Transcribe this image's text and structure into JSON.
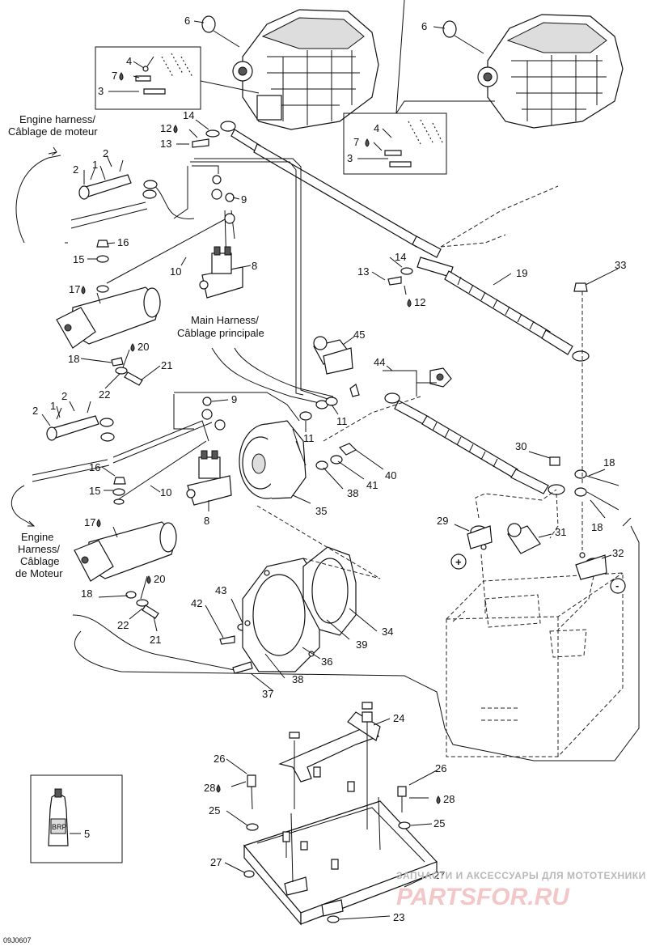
{
  "labels": {
    "engine_harness_top": [
      "Engine harness/",
      "Câblage de moteur"
    ],
    "main_harness": [
      "Main Harness/",
      "Câblage principale"
    ],
    "engine_harness_bottom": [
      "Engine",
      "Harness/",
      "Câblage",
      "de Moteur"
    ],
    "polarity_plus": "+",
    "polarity_minus": "-",
    "lube_bottle_brand": "BRP",
    "diagram_code": "09J0607"
  },
  "callouts": [
    {
      "id": "c6a",
      "num": "6"
    },
    {
      "id": "c6b",
      "num": "6"
    },
    {
      "id": "c4a",
      "num": "4"
    },
    {
      "id": "c7a",
      "num": "7",
      "drop": true
    },
    {
      "id": "c3a",
      "num": "3"
    },
    {
      "id": "c4b",
      "num": "4"
    },
    {
      "id": "c7b",
      "num": "7",
      "drop": true
    },
    {
      "id": "c3b",
      "num": "3"
    },
    {
      "id": "c14a",
      "num": "14"
    },
    {
      "id": "c12a",
      "num": "12",
      "drop": true
    },
    {
      "id": "c13a",
      "num": "13"
    },
    {
      "id": "c2a",
      "num": "2"
    },
    {
      "id": "c2b",
      "num": "2"
    },
    {
      "id": "c1a",
      "num": "1"
    },
    {
      "id": "c9a",
      "num": "9"
    },
    {
      "id": "c16a",
      "num": "16"
    },
    {
      "id": "c15a",
      "num": "15"
    },
    {
      "id": "c10a",
      "num": "10"
    },
    {
      "id": "c8a",
      "num": "8"
    },
    {
      "id": "c17a",
      "num": "17",
      "drop": true
    },
    {
      "id": "c14b",
      "num": "14"
    },
    {
      "id": "c13b",
      "num": "13"
    },
    {
      "id": "c12b",
      "num": "12",
      "drop": true
    },
    {
      "id": "c19",
      "num": "19"
    },
    {
      "id": "c33",
      "num": "33"
    },
    {
      "id": "c18a",
      "num": "18"
    },
    {
      "id": "c20a",
      "num": "20",
      "drop": true
    },
    {
      "id": "c21a",
      "num": "21"
    },
    {
      "id": "c22a",
      "num": "22"
    },
    {
      "id": "c45",
      "num": "45"
    },
    {
      "id": "c44",
      "num": "44"
    },
    {
      "id": "c2c",
      "num": "2"
    },
    {
      "id": "c1b",
      "num": "1"
    },
    {
      "id": "c2d",
      "num": "2"
    },
    {
      "id": "c9b",
      "num": "9"
    },
    {
      "id": "c11a",
      "num": "11"
    },
    {
      "id": "c11b",
      "num": "11"
    },
    {
      "id": "c16b",
      "num": "16"
    },
    {
      "id": "c15b",
      "num": "15"
    },
    {
      "id": "c10b",
      "num": "10"
    },
    {
      "id": "c8b",
      "num": "8"
    },
    {
      "id": "c17b",
      "num": "17",
      "drop": true
    },
    {
      "id": "c40",
      "num": "40"
    },
    {
      "id": "c41",
      "num": "41"
    },
    {
      "id": "c38a",
      "num": "38"
    },
    {
      "id": "c35",
      "num": "35"
    },
    {
      "id": "c30",
      "num": "30"
    },
    {
      "id": "c18b",
      "num": "18"
    },
    {
      "id": "c18c",
      "num": "18"
    },
    {
      "id": "c29",
      "num": "29"
    },
    {
      "id": "c31",
      "num": "31"
    },
    {
      "id": "c32",
      "num": "32"
    },
    {
      "id": "c18d",
      "num": "18"
    },
    {
      "id": "c20b",
      "num": "20",
      "drop": true
    },
    {
      "id": "c22b",
      "num": "22"
    },
    {
      "id": "c21b",
      "num": "21"
    },
    {
      "id": "c42",
      "num": "42"
    },
    {
      "id": "c43",
      "num": "43"
    },
    {
      "id": "c34",
      "num": "34"
    },
    {
      "id": "c39",
      "num": "39"
    },
    {
      "id": "c36",
      "num": "36"
    },
    {
      "id": "c38b",
      "num": "38"
    },
    {
      "id": "c37",
      "num": "37"
    },
    {
      "id": "c24",
      "num": "24"
    },
    {
      "id": "c26a",
      "num": "26"
    },
    {
      "id": "c28a",
      "num": "28",
      "drop": true
    },
    {
      "id": "c26b",
      "num": "26"
    },
    {
      "id": "c28b",
      "num": "28",
      "drop": true
    },
    {
      "id": "c25a",
      "num": "25"
    },
    {
      "id": "c25b",
      "num": "25"
    },
    {
      "id": "c5",
      "num": "5"
    },
    {
      "id": "c27a",
      "num": "27"
    },
    {
      "id": "c27b",
      "num": "27"
    },
    {
      "id": "c23",
      "num": "23"
    }
  ],
  "watermark": {
    "line1": "ЗАПЧАСТИ И АКСЕССУАРЫ ДЛЯ МОТОТЕХНИКИ",
    "line2": "PARTSFOR.RU"
  }
}
